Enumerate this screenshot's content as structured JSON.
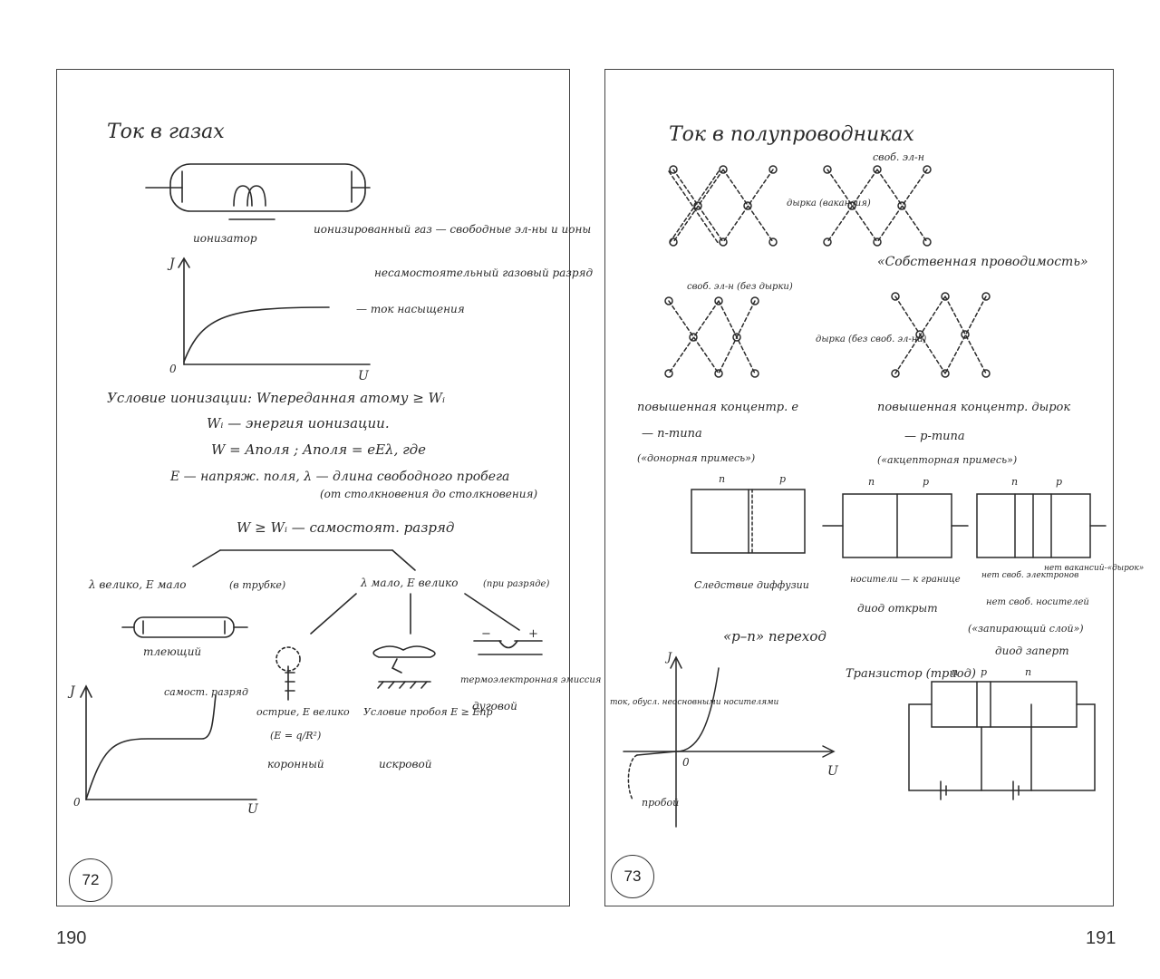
{
  "left_page": {
    "title": "Ток в газах",
    "labels": {
      "ionizer": "ионизатор",
      "ionized_gas": "ионизированный газ — свободные эл-ны и ионы",
      "non_self_discharge": "несамостоятельный газовый разряд",
      "saturation": "— ток насыщения",
      "axis_j1": "J",
      "axis_u1": "U",
      "origin1": "0",
      "condition": "Условие ионизации: Wпереданная атому ≥ Wᵢ",
      "wi_def": "Wᵢ — энергия ионизации.",
      "w_formula": "W = Aполя ;  Aполя = eEλ,  где",
      "e_def": "E — напряж. поля,  λ — длина свободного пробега",
      "collision": "(от столкновения до столкновения)",
      "self_discharge": "W ≥ Wᵢ — самостоят. разряд",
      "branch_left": "λ велико, E мало",
      "branch_left_note": "(в трубке)",
      "branch_right": "λ мало, E велико",
      "branch_right_note": "(при разряде)",
      "glow": "тлеющий",
      "corona_note": "острие, E велико",
      "corona_formula": "(E = q/R²)",
      "corona": "коронный",
      "spark_cond": "Условие пробоя E ≥ Eпр",
      "spark": "искровой",
      "arc_note": "термоэлектронная эмиссия",
      "arc": "дуговой",
      "self_label": "самост. разряд",
      "axis_j2": "J",
      "axis_u2": "U",
      "origin2": "0"
    },
    "page_number": "72",
    "book_page": "190"
  },
  "right_page": {
    "title": "Ток в полупроводниках",
    "labels": {
      "free_e": "своб. эл-н",
      "hole": "дырка (вакансия)",
      "own_cond": "«Собственная проводимость»",
      "free_e_nohole": "своб. эл-н (без дырки)",
      "hole_nofree": "дырка (без своб. эл-на)",
      "n_conc": "повышенная концентр. e",
      "n_type": "— n-типа",
      "donor": "(«донорная примесь»)",
      "p_conc": "повышенная концентр. дырок",
      "p_type": "— p-типа",
      "acceptor": "(«акцепторная примесь»)",
      "n1": "n",
      "p1": "p",
      "n2": "n",
      "p2": "p",
      "n3": "n",
      "p3": "p",
      "diffusion": "Следствие диффузии",
      "open_note": "носители — к границе",
      "diode_open": "диод открыт",
      "closed_left": "нет своб. электронов",
      "closed_right": "нет вакансий-«дырок»",
      "no_carriers": "нет своб. носителей",
      "blocking": "(«запирающий слой»)",
      "diode_closed": "диод заперт",
      "pn": "«p–n» переход",
      "axis_j": "J",
      "axis_u": "U",
      "origin": "0",
      "minority": "ток, обусл. неосновными носителями",
      "breakdown": "пробой",
      "transistor": "Транзистор (триод)",
      "tn1": "n",
      "tp": "p",
      "tn2": "n"
    },
    "page_number": "73",
    "book_page": "191"
  }
}
